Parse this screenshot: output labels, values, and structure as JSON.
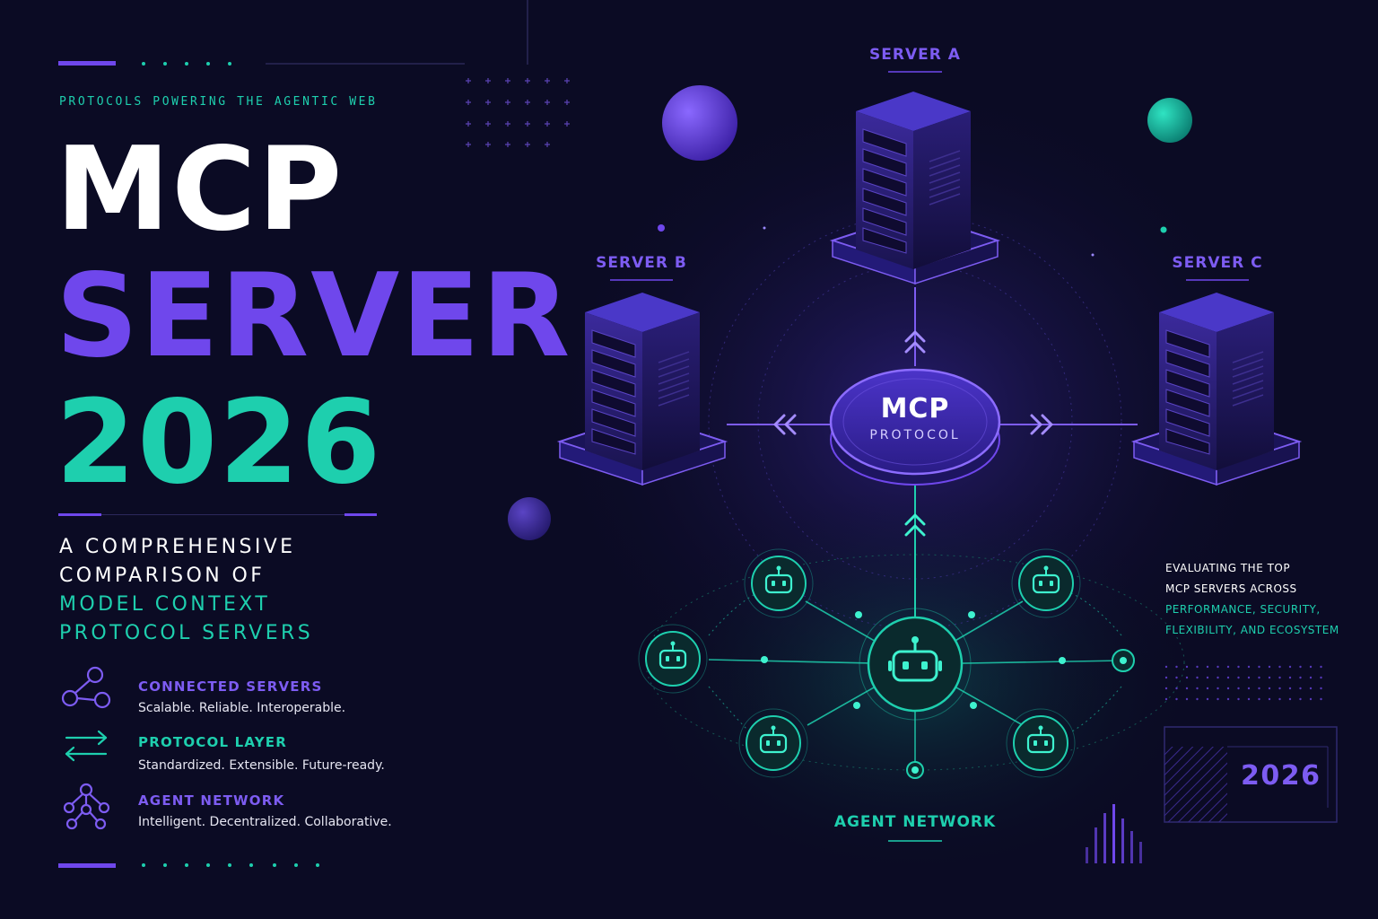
{
  "eyebrow": "PROTOCOLS POWERING THE AGENTIC WEB",
  "title": {
    "line1": "MCP",
    "line2": "SERVER",
    "line3": "2026"
  },
  "subtitle": {
    "line1": "A COMPREHENSIVE",
    "line2": "COMPARISON OF",
    "line3": "MODEL CONTEXT",
    "line4": "PROTOCOL SERVERS"
  },
  "features": [
    {
      "icon": "graph-nodes-icon",
      "title": "CONNECTED SERVERS",
      "desc": "Scalable. Reliable. Interoperable."
    },
    {
      "icon": "arrows-exchange-icon",
      "title": "PROTOCOL LAYER",
      "desc": "Standardized. Extensible. Future-ready."
    },
    {
      "icon": "network-hub-icon",
      "title": "AGENT NETWORK",
      "desc": "Intelligent. Decentralized. Collaborative."
    }
  ],
  "diagram": {
    "server_a": "SERVER A",
    "server_b": "SERVER B",
    "server_c": "SERVER C",
    "hub_title": "MCP",
    "hub_subtitle": "PROTOCOL",
    "network_label": "AGENT NETWORK"
  },
  "side_note": {
    "line1": "EVALUATING THE TOP",
    "line2": "MCP SERVERS ACROSS",
    "line3": "PERFORMANCE, SECURITY,",
    "line4": "FLEXIBILITY, AND ECOSYSTEM"
  },
  "year_badge": "2026",
  "colors": {
    "background": "#0b0b24",
    "purple": "#6f47ec",
    "teal": "#1ecfae",
    "white": "#ffffff"
  }
}
